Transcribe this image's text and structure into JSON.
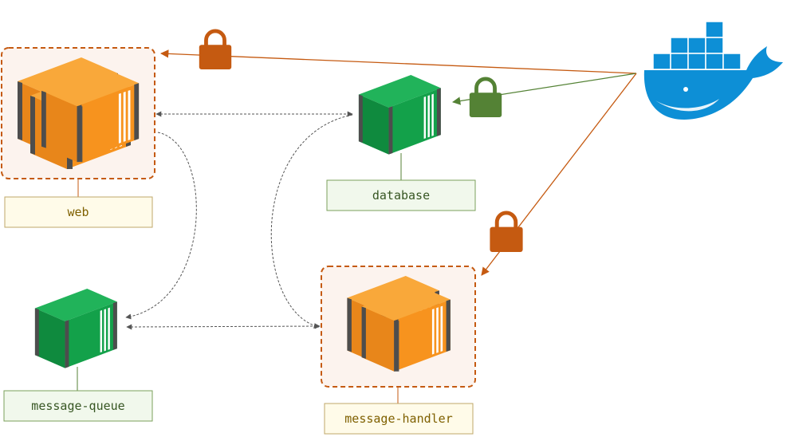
{
  "services": {
    "web": {
      "label": "web"
    },
    "database": {
      "label": "database"
    },
    "message_queue": {
      "label": "message-queue"
    },
    "message_handler": {
      "label": "message-handler"
    }
  },
  "palette": {
    "orange_container": "#f7931e",
    "green_container": "#13a14a",
    "replica_border": "#c55a11",
    "replica_fill": "#fcf3ee",
    "lock_orange": "#c55a11",
    "lock_green": "#548235",
    "docker_blue": "#0d8fd6",
    "arrow_orange": "#c55a11",
    "arrow_green": "#548235",
    "connector_gray": "#555555"
  },
  "icons": {
    "docker": "docker-whale-icon",
    "lock": "padlock-icon",
    "container": "shipping-container-icon"
  }
}
